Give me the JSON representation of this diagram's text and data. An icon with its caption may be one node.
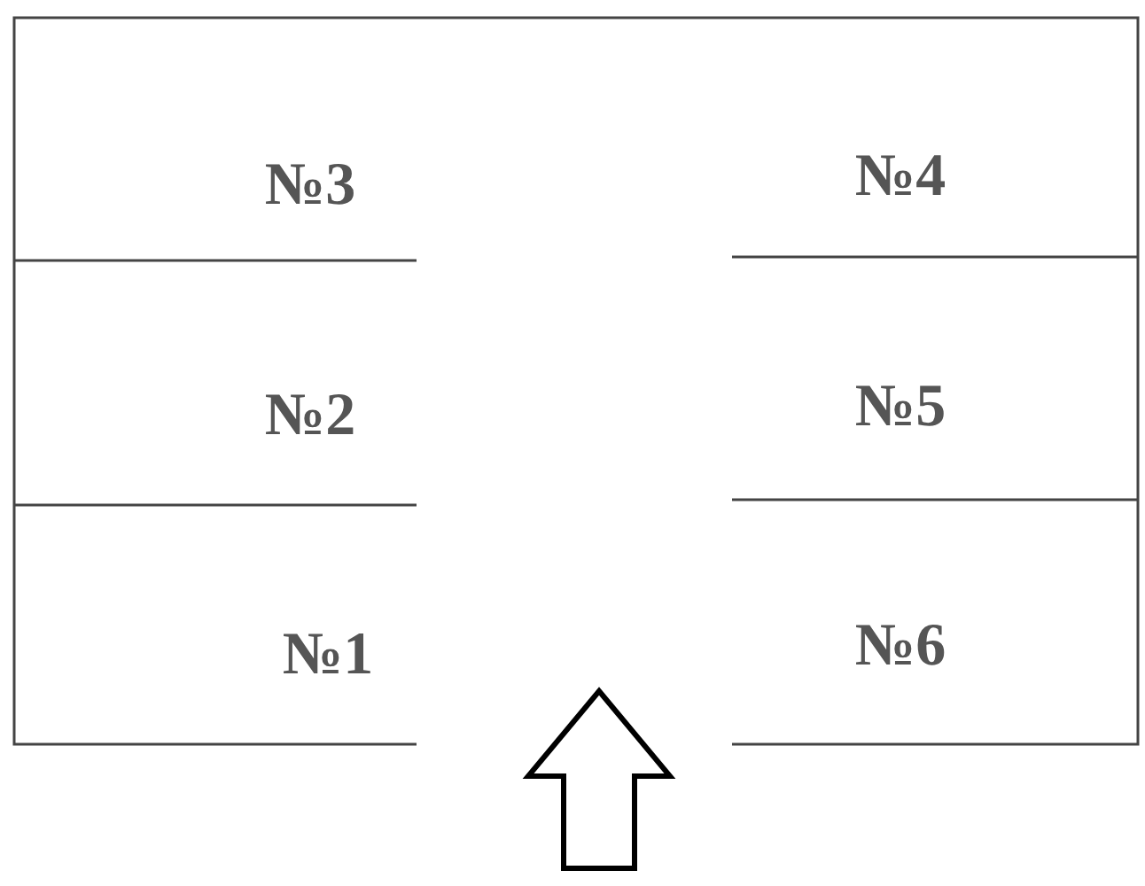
{
  "diagram": {
    "nodes": [
      {
        "text": [
          "№3"
        ]
      },
      {
        "text": [
          "№4"
        ]
      },
      {
        "text": [
          "№2"
        ]
      },
      {
        "text": [
          "№5"
        ]
      },
      {
        "text": [
          "№1"
        ]
      },
      {
        "text": [
          "№6"
        ]
      }
    ]
  }
}
